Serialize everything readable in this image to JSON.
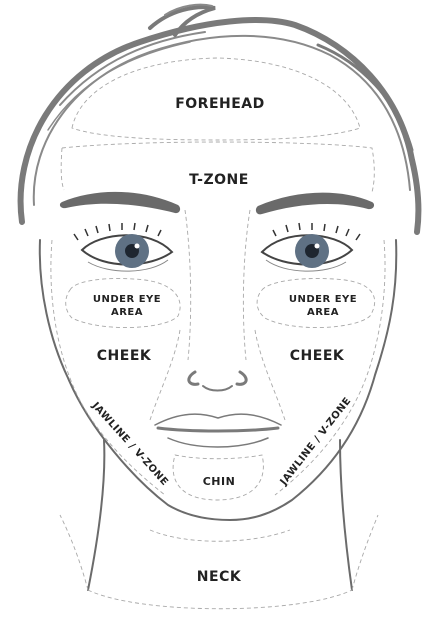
{
  "colors": {
    "outline": "#6b6b6b",
    "hair": "#7a7a7a",
    "dash": "#a8a8a8",
    "label": "#222222",
    "iris": "#5f7184",
    "pupil": "#1e2630",
    "brow": "#6a6a6a"
  },
  "zones": {
    "forehead": "FOREHEAD",
    "t_zone": "T-ZONE",
    "under_eye_left_line1": "UNDER EYE",
    "under_eye_left_line2": "AREA",
    "under_eye_right_line1": "UNDER EYE",
    "under_eye_right_line2": "AREA",
    "cheek_left": "CHEEK",
    "cheek_right": "CHEEK",
    "jawline_left": "JAWLINE / V-ZONE",
    "jawline_right": "JAWLINE / V-ZONE",
    "chin": "CHIN",
    "neck": "NECK"
  }
}
